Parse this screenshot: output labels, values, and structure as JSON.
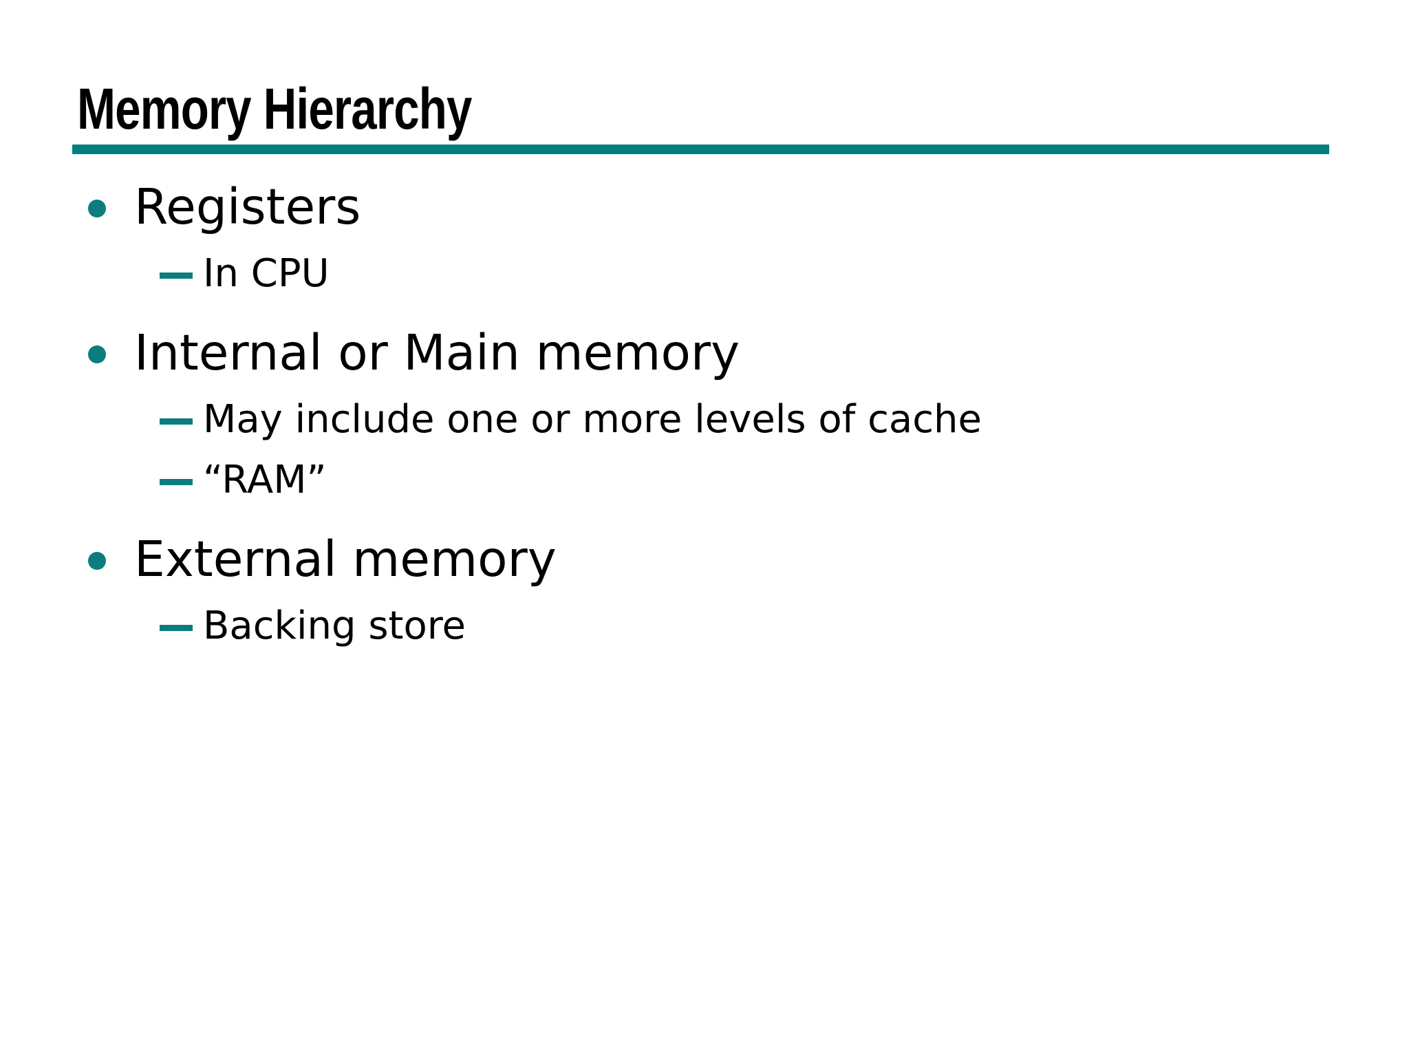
{
  "slide": {
    "title": "Memory Hierarchy",
    "accent_color": "#037f80",
    "bullet_color": "#0b7d7e",
    "text_color": "#000000",
    "background_color": "#ffffff",
    "rule": {
      "visible": true,
      "color": "#037f80"
    },
    "bullets": [
      {
        "level": 1,
        "marker": "filled-circle",
        "text": "Registers"
      },
      {
        "level": 2,
        "marker": "em-dash",
        "text": "In CPU"
      },
      {
        "level": 1,
        "marker": "filled-circle",
        "text": "Internal or Main memory"
      },
      {
        "level": 2,
        "marker": "em-dash",
        "text": "May include one or more levels of cache"
      },
      {
        "level": 2,
        "marker": "em-dash",
        "text": "“RAM”"
      },
      {
        "level": 1,
        "marker": "filled-circle",
        "text": "External memory"
      },
      {
        "level": 2,
        "marker": "em-dash",
        "text": "Backing store"
      }
    ]
  }
}
